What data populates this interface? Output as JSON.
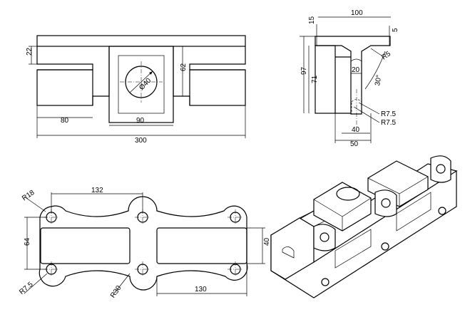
{
  "front_view": {
    "dim_22": "22",
    "dim_62": "62",
    "dim_diameter": "Ø40",
    "dim_80": "80",
    "dim_90": "90",
    "dim_300": "300"
  },
  "side_view": {
    "dim_100": "100",
    "dim_15": "15",
    "dim_5": "5",
    "dim_r5": "R5",
    "dim_97": "97",
    "dim_71": "71",
    "dim_20": "20",
    "dim_30": "30°",
    "dim_r75_a": "R7.5",
    "dim_r75_b": "R7.5",
    "dim_40": "40",
    "dim_50": "50"
  },
  "top_view": {
    "dim_r18": "R18",
    "dim_132": "132",
    "dim_64": "64",
    "dim_40": "40",
    "dim_r75": "R7.5",
    "dim_r30": "R30",
    "dim_130": "130"
  }
}
